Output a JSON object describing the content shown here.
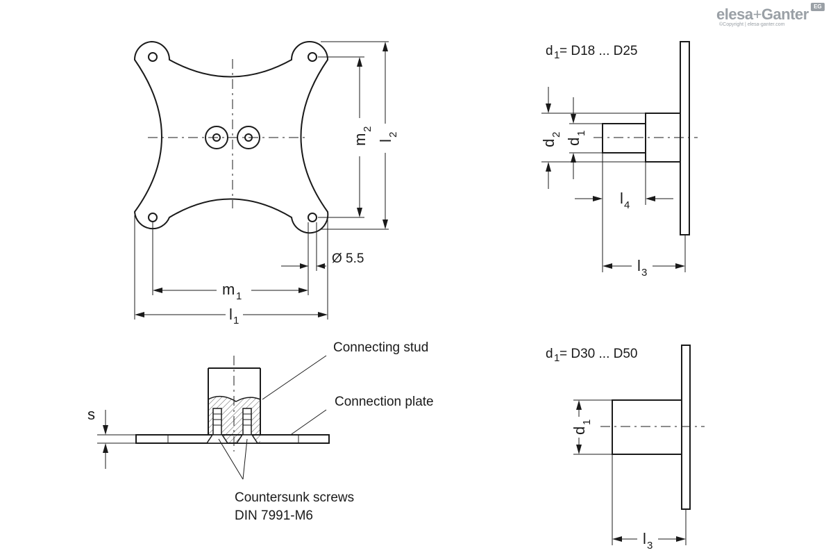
{
  "logo": {
    "brand": "elesa",
    "plus": "+",
    "partner": "Ganter",
    "copyright": "©Copyright | elesa-ganter.com",
    "badge": "EG"
  },
  "top_view": {
    "hole_dia": "Ø 5.5",
    "m1": "m",
    "m1_sub": "1",
    "l1": "l",
    "l1_sub": "1",
    "m2": "m",
    "m2_sub": "2",
    "l2": "l",
    "l2_sub": "2"
  },
  "side_view_small": {
    "range_prefix": "d",
    "range_sub": "1",
    "range_text": " = D18 ... D25",
    "d2": "d",
    "d2_sub": "2",
    "d1": "d",
    "d1_sub": "1",
    "l4": "l",
    "l4_sub": "4",
    "l3": "l",
    "l3_sub": "3"
  },
  "side_view_large": {
    "range_prefix": "d",
    "range_sub": "1",
    "range_text": " = D30 ... D50",
    "d1": "d",
    "d1_sub": "1",
    "l3": "l",
    "l3_sub": "3"
  },
  "section_view": {
    "s": "s",
    "connecting_stud": "Connecting stud",
    "connection_plate": "Connection plate",
    "screws_line1": "Countersunk screws",
    "screws_line2": "DIN 7991-M6"
  }
}
